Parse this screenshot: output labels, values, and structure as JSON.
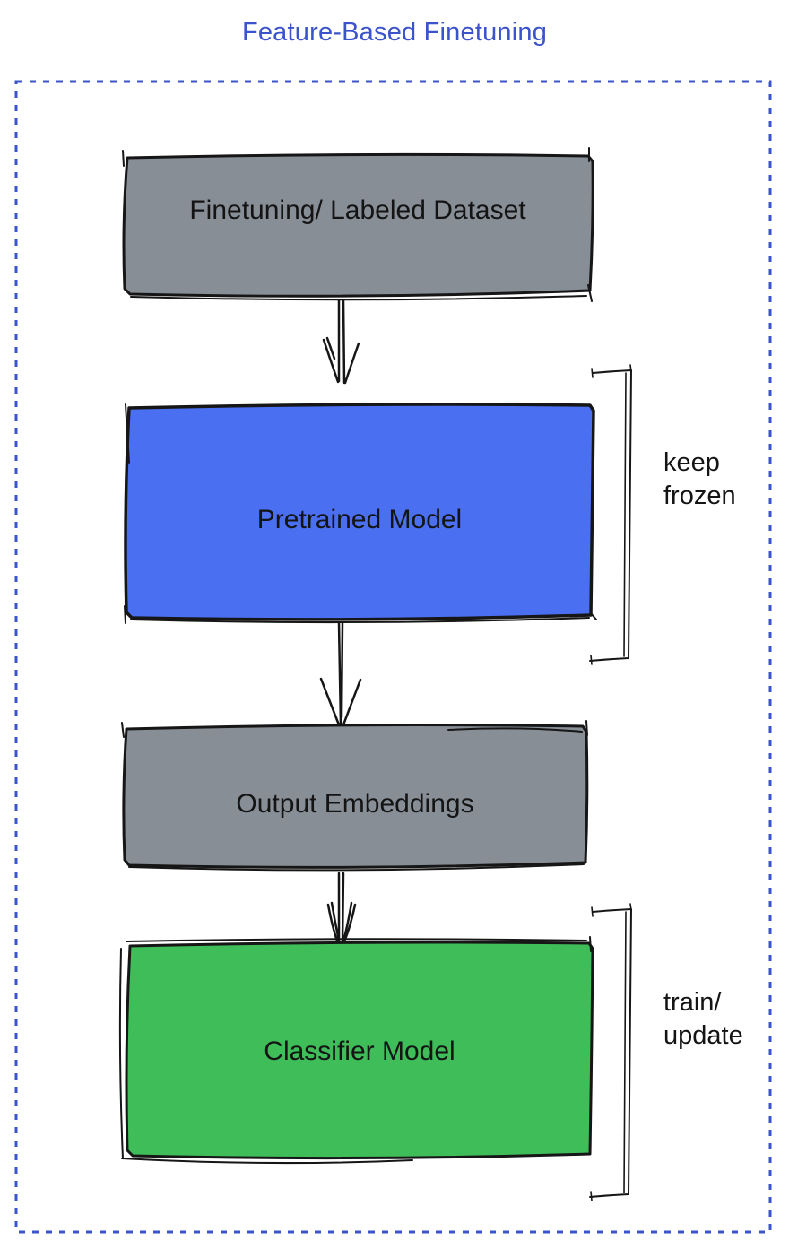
{
  "title": "Feature-Based Finetuning",
  "colors": {
    "accent_blue": "#3B53CB",
    "ink": "#161616",
    "box_gray": "#878E96",
    "box_blue": "#4A6FF0",
    "box_green": "#3EBD59"
  },
  "diagram": {
    "boxes": [
      {
        "label": "Finetuning/ Labeled Dataset",
        "fill": "#878E96"
      },
      {
        "label": "Pretrained Model",
        "fill": "#4A6FF0"
      },
      {
        "label": "Output Embeddings",
        "fill": "#878E96"
      },
      {
        "label": "Classifier Model",
        "fill": "#3EBD59"
      }
    ],
    "annotations": [
      {
        "label": "keep\nfrozen"
      },
      {
        "label": "train/\nupdate"
      }
    ]
  }
}
